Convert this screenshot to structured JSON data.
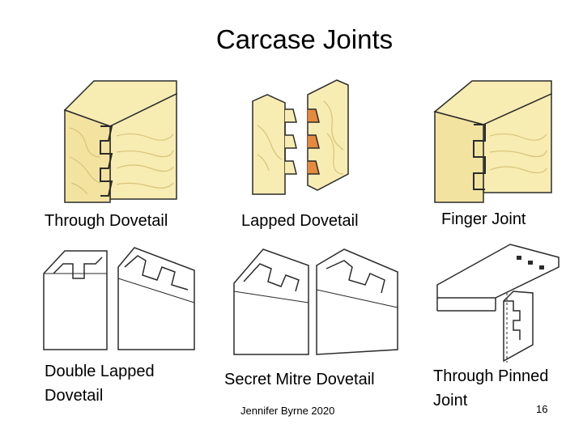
{
  "slide": {
    "title": "Carcase Joints",
    "footer": "Jennifer Byrne 2020",
    "page_number": "16"
  },
  "joints": [
    {
      "label": "Through Dovetail",
      "icon": "through-dovetail-illustration"
    },
    {
      "label": "Lapped Dovetail",
      "icon": "lapped-dovetail-illustration"
    },
    {
      "label": "Finger Joint",
      "icon": "finger-joint-illustration"
    },
    {
      "label": "Double Lapped Dovetail",
      "icon": "double-lapped-dovetail-illustration"
    },
    {
      "label": "Secret Mitre Dovetail",
      "icon": "secret-mitre-dovetail-illustration"
    },
    {
      "label": "Through Pinned Joint",
      "icon": "through-pinned-joint-illustration"
    }
  ],
  "colors": {
    "wood_fill": "#f7ecb2",
    "wood_grain": "#d9c378",
    "outline": "#2b2b2b"
  }
}
